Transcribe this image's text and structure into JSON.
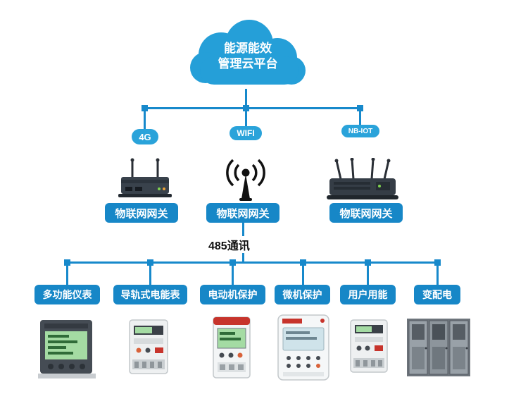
{
  "diagram": {
    "cloud": {
      "line1": "能源能效",
      "line2": "管理云平台"
    },
    "bus_label": "485通讯",
    "gateways": [
      {
        "badge": "4G",
        "label": "物联网网关"
      },
      {
        "badge": "WIFI",
        "label": "物联网网关"
      },
      {
        "badge": "NB-IOT",
        "label": "物联网网关"
      }
    ],
    "devices": [
      {
        "label": "多功能仪表"
      },
      {
        "label": "导轨式电能表"
      },
      {
        "label": "电动机保护"
      },
      {
        "label": "微机保护"
      },
      {
        "label": "用户用能"
      },
      {
        "label": "变配电"
      }
    ],
    "colors": {
      "line": "#1789cb",
      "cloud": "#259fd8",
      "badge": "#2aa3da",
      "label_box": "#1787c7"
    }
  }
}
